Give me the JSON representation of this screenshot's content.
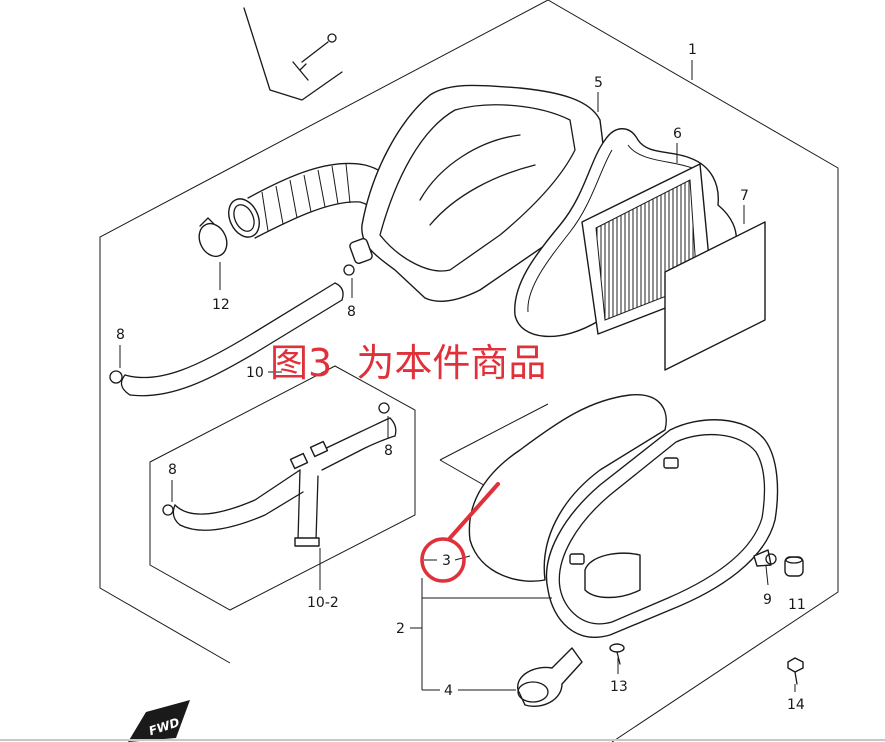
{
  "annotation": {
    "text": "图3  为本件商品",
    "color": "#e0313a"
  },
  "callouts": {
    "c1": "1",
    "c5": "5",
    "c6": "6",
    "c7": "7",
    "c12": "12",
    "c8a": "8",
    "c8b": "8",
    "c8c": "8",
    "c8d": "8",
    "c10": "10",
    "c10_2": "10-2",
    "c2": "2",
    "c3": "3",
    "c4": "4",
    "c9": "9",
    "c11": "11",
    "c13": "13",
    "c14": "14"
  },
  "highlight": {
    "color": "#e0313a"
  },
  "logo": {
    "text": "FWD"
  }
}
